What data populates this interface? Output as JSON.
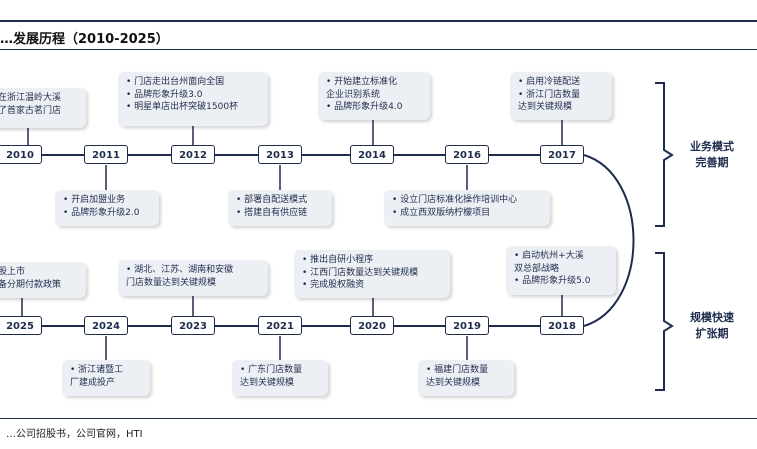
{
  "title": "…发展历程（2010-2025）",
  "source": "…公司招股书，公司官网，HTI",
  "top_row": {
    "years": [
      "2010",
      "2011",
      "2012",
      "2013",
      "2014",
      "2016",
      "2017"
    ],
    "above_cards": [
      {
        "lines": [
          "在浙江温岭大溪",
          "了首家古茗门店"
        ]
      },
      {
        "lines": [
          "• 门店走出台州面向全国",
          "• 品牌形象升级3.0",
          "• 明星单店出杯突破1500杯"
        ]
      },
      {
        "lines": [
          "• 开始建立标准化",
          "  企业识别系统",
          "• 品牌形象升级4.0"
        ]
      },
      {
        "lines": [
          "• 启用冷链配送",
          "• 浙江门店数量",
          "  达到关键规模"
        ]
      }
    ],
    "below_cards": [
      {
        "lines": [
          "• 开启加盟业务",
          "• 品牌形象升级2.0"
        ]
      },
      {
        "lines": [
          "• 部署自配送模式",
          "• 搭建自有供应链"
        ]
      },
      {
        "lines": [
          "• 设立门店标准化操作培训中心",
          "• 成立西双版纳柠檬项目"
        ]
      }
    ]
  },
  "bottom_row": {
    "years": [
      "2025",
      "2024",
      "2023",
      "2021",
      "2020",
      "2019",
      "2018"
    ],
    "above_cards": [
      {
        "lines": [
          "股上市",
          "备分期付款政策"
        ]
      },
      {
        "lines": [
          "• 湖北、江苏、湖南和安徽",
          "  门店数量达到关键规模"
        ]
      },
      {
        "lines": [
          "• 推出自研小程序",
          "• 江西门店数量达到关键规模",
          "• 完成股权融资"
        ]
      },
      {
        "lines": [
          "• 启动杭州+大溪",
          "  双总部战略",
          "• 品牌形象升级5.0"
        ]
      }
    ],
    "below_cards": [
      {
        "lines": [
          "• 浙江诸暨工",
          "  厂建成投产"
        ]
      },
      {
        "lines": [
          "• 广东门店数量",
          "  达到关键规模"
        ]
      },
      {
        "lines": [
          "• 福建门店数量",
          "  达到关键规模"
        ]
      }
    ]
  },
  "phases": [
    {
      "lines": [
        "业务模式",
        "完善期"
      ]
    },
    {
      "lines": [
        "规模快速",
        "扩张期"
      ]
    }
  ]
}
